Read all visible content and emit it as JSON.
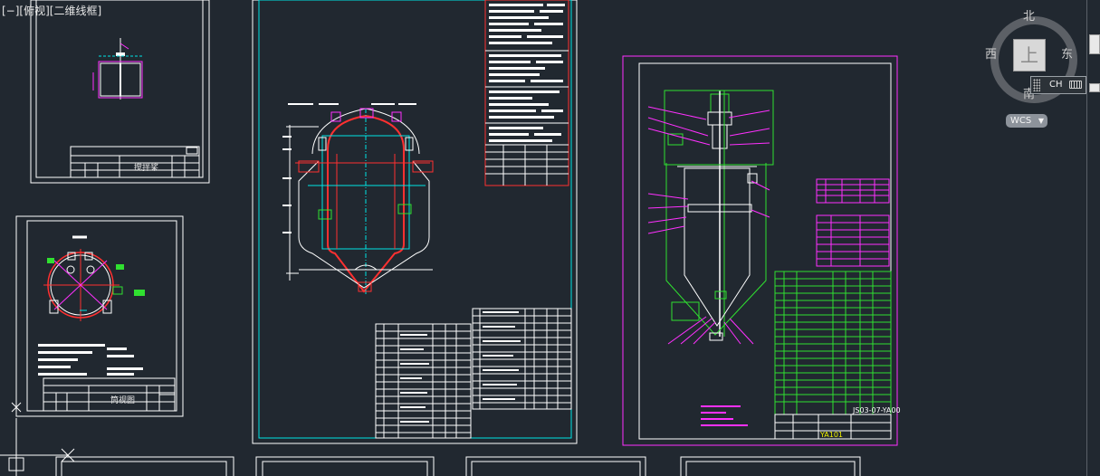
{
  "viewport": {
    "label": "[−][俯视][二维线框]"
  },
  "viewcube": {
    "top_face": "上",
    "north": "北",
    "south": "南",
    "east": "东",
    "west": "西",
    "face_icon": "viewcube-top-face",
    "ring_icon": "compass-ring"
  },
  "wcs": {
    "label": "WCS",
    "icon": "chevron-down-icon"
  },
  "ime": {
    "text": "CH",
    "icon": "keyboard-icon"
  },
  "drawings": {
    "agitator_title": "搅拌桨",
    "nozzle_title": "筒视图",
    "reactor_title_code": "YA101",
    "reactor_drawing_no": "JS03-07-YA00"
  },
  "colors": {
    "background": "#212830",
    "white_line": "#ffffff",
    "cyan": "#00e5e5",
    "red": "#ff3030",
    "magenta": "#ff30ff",
    "green": "#30e030",
    "yellow": "#f0f000"
  }
}
